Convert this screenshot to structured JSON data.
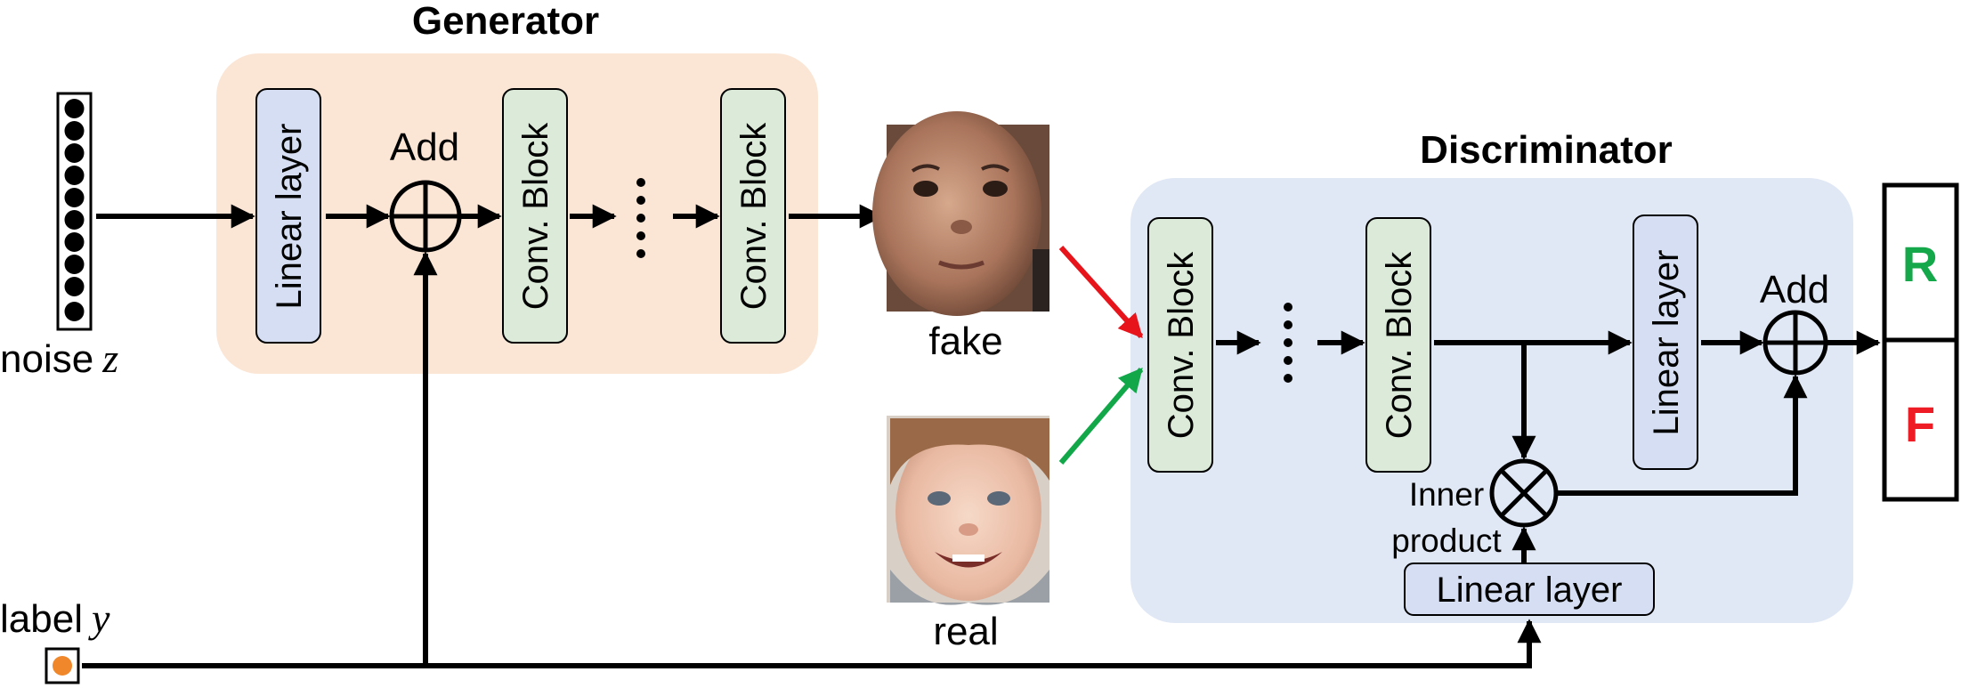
{
  "generator": {
    "title": "Generator",
    "add_label": "Add",
    "blocks": [
      "Linear layer",
      "Conv. Block",
      "Conv. Block"
    ]
  },
  "discriminator": {
    "title": "Discriminator",
    "add_label": "Add",
    "inner_label_1": "Inner",
    "inner_label_2": "product",
    "blocks": [
      "Conv. Block",
      "Conv. Block",
      "Linear layer"
    ],
    "label_embedding": "Linear layer"
  },
  "inputs": {
    "noise_text": "noise",
    "noise_var": "z",
    "label_text": "label",
    "label_var": "y"
  },
  "images": {
    "fake_label": "fake",
    "real_label": "real"
  },
  "output": {
    "real": "R",
    "fake": "F"
  },
  "colors": {
    "generator_bg": "#fbe6d6",
    "discriminator_bg": "#e1e8f5",
    "linear_fill": "#d5def2",
    "conv_fill": "#dcebd9",
    "fake_arrow": "#e8141b",
    "real_arrow": "#12a84a",
    "R_color": "#14a84a",
    "F_color": "#ee1c24",
    "label_dot": "#f0872a"
  }
}
